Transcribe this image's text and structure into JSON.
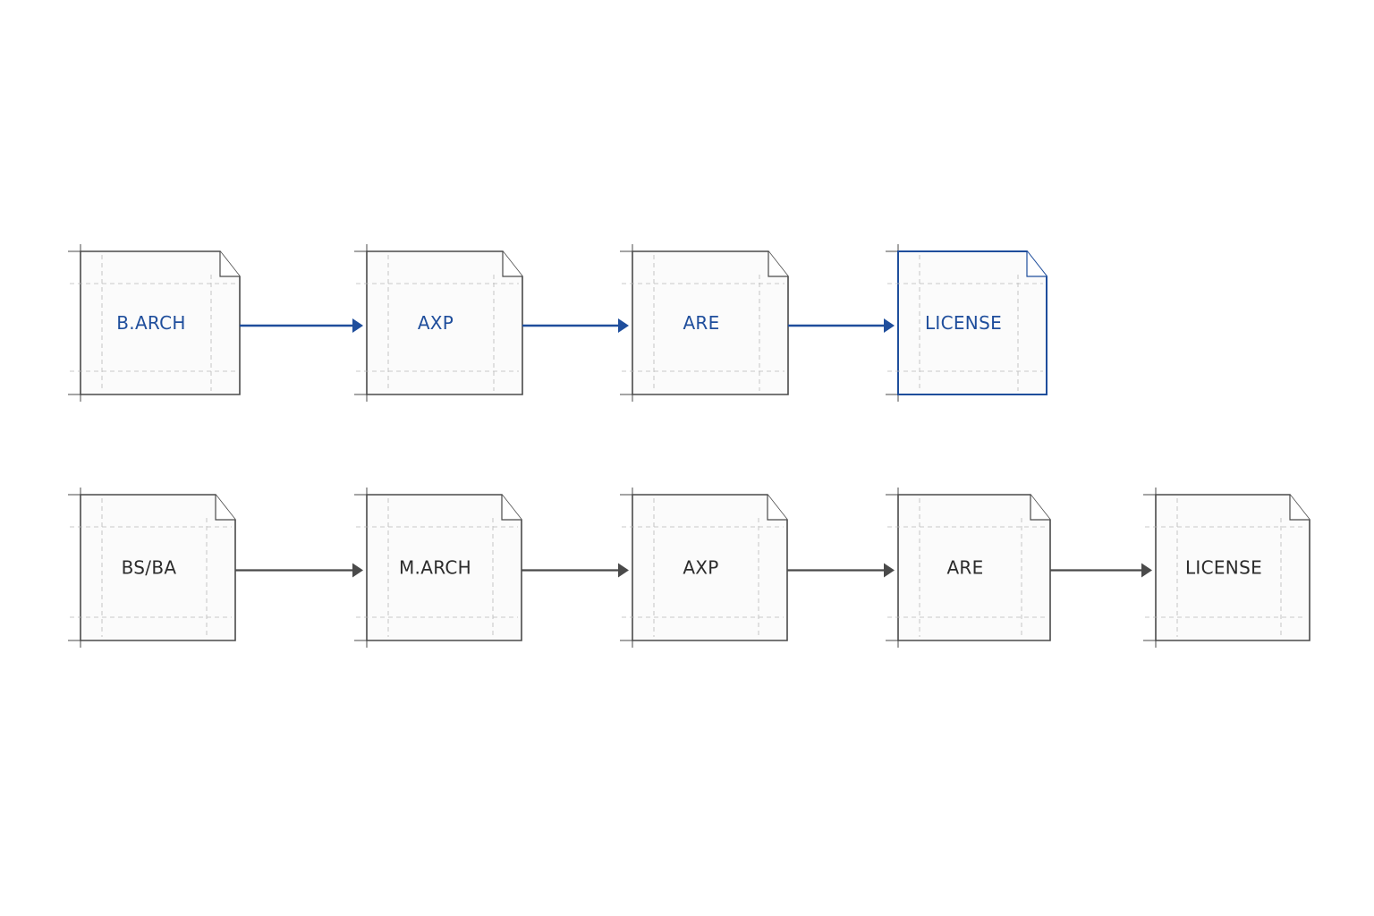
{
  "colors": {
    "background": "#ffffff",
    "accent": "#1f4e9c",
    "neutral": "#4a4a4a",
    "page_fill": "#fbfbfb",
    "guide": "#b9b9b9"
  },
  "rows": [
    {
      "style": "accent",
      "nodes": [
        {
          "label": "B.ARCH",
          "style": "neutral-border"
        },
        {
          "label": "AXP",
          "style": "neutral-border"
        },
        {
          "label": "ARE",
          "style": "neutral-border"
        },
        {
          "label": "LICENSE",
          "style": "accent-border"
        }
      ]
    },
    {
      "style": "neutral",
      "nodes": [
        {
          "label": "BS/BA",
          "style": "neutral-border"
        },
        {
          "label": "M.ARCH",
          "style": "neutral-border"
        },
        {
          "label": "AXP",
          "style": "neutral-border"
        },
        {
          "label": "ARE",
          "style": "neutral-border"
        },
        {
          "label": "LICENSE",
          "style": "neutral-border"
        }
      ]
    }
  ]
}
